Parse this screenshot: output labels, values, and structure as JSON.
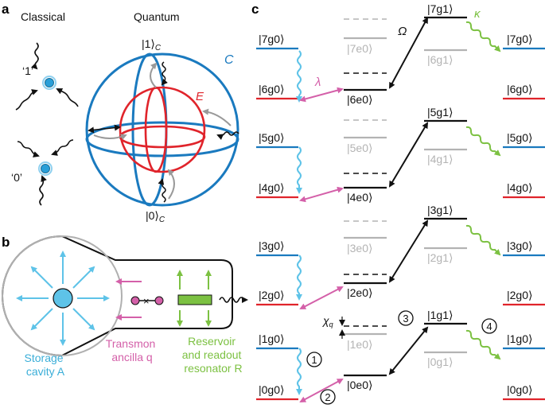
{
  "panels": {
    "a": "a",
    "b": "b",
    "c": "c"
  },
  "panel_a": {
    "classical_title": "Classical",
    "quantum_title": "Quantum",
    "state_one": "‘1’",
    "state_zero": "‘0’",
    "top_pole": "|1⟩",
    "top_pole_sub": "C",
    "bottom_pole": "|0⟩",
    "bottom_pole_sub": "C",
    "sphere_label": "C",
    "inner_sphere_label": "E"
  },
  "panel_b": {
    "storage_label": [
      "Storage",
      "cavity A"
    ],
    "transmon_label": [
      "Transmon",
      "ancilla q"
    ],
    "reservoir_label": [
      "Reservoir",
      "and readout",
      "resonator R"
    ]
  },
  "panel_c": {
    "col1": [
      {
        "label": "|7g0⟩",
        "color": "blue"
      },
      {
        "label": "|6g0⟩",
        "color": "red"
      },
      {
        "label": "|5g0⟩",
        "color": "blue"
      },
      {
        "label": "|4g0⟩",
        "color": "red"
      },
      {
        "label": "|3g0⟩",
        "color": "blue"
      },
      {
        "label": "|2g0⟩",
        "color": "red"
      },
      {
        "label": "|1g0⟩",
        "color": "blue"
      },
      {
        "label": "|0g0⟩",
        "color": "red"
      }
    ],
    "col2_active": [
      "|6e0⟩",
      "|4e0⟩",
      "|2e0⟩",
      "|0e0⟩"
    ],
    "col2_faded": [
      "|7e0⟩",
      "|5e0⟩",
      "|3e0⟩",
      "|1e0⟩"
    ],
    "col3_active": [
      "|7g1⟩",
      "|5g1⟩",
      "|3g1⟩",
      "|1g1⟩"
    ],
    "col3_faded": [
      "|6g1⟩",
      "|4g1⟩",
      "|2g1⟩",
      "|0g1⟩"
    ],
    "col4": [
      {
        "label": "|7g0⟩",
        "color": "blue"
      },
      {
        "label": "|6g0⟩",
        "color": "red"
      },
      {
        "label": "|5g0⟩",
        "color": "blue"
      },
      {
        "label": "|4g0⟩",
        "color": "red"
      },
      {
        "label": "|3g0⟩",
        "color": "blue"
      },
      {
        "label": "|2g0⟩",
        "color": "red"
      },
      {
        "label": "|1g0⟩",
        "color": "blue"
      },
      {
        "label": "|0g0⟩",
        "color": "red"
      }
    ],
    "omega": "Ω",
    "kappa": "κ",
    "lambda": "λ",
    "chi": "χ",
    "chi_sub": "q",
    "steps": [
      "1",
      "2",
      "3",
      "4"
    ]
  },
  "colors": {
    "blue": "#1a7abf",
    "red": "#e0242b",
    "cyan": "#5ec3e8",
    "pink": "#d460a9",
    "green": "#7cc142",
    "gray": "#b3b3b3",
    "black": "#111111"
  }
}
